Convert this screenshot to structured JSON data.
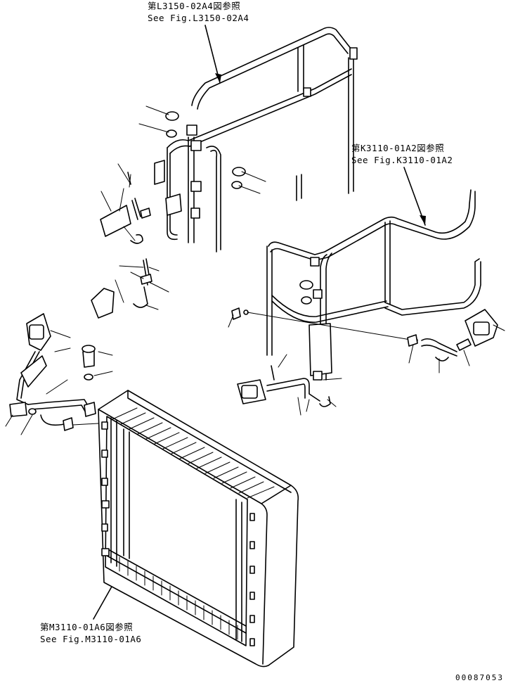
{
  "references": {
    "top": {
      "line1": "第L3150-02A4図参照",
      "line2": "See Fig.L3150-02A4"
    },
    "right": {
      "line1": "第K3110-01A2図参照",
      "line2": "See Fig.K3110-01A2"
    },
    "bottom": {
      "line1": "第M3110-01A6図参照",
      "line2": "See Fig.M3110-01A6"
    }
  },
  "drawing_code": "00087053"
}
